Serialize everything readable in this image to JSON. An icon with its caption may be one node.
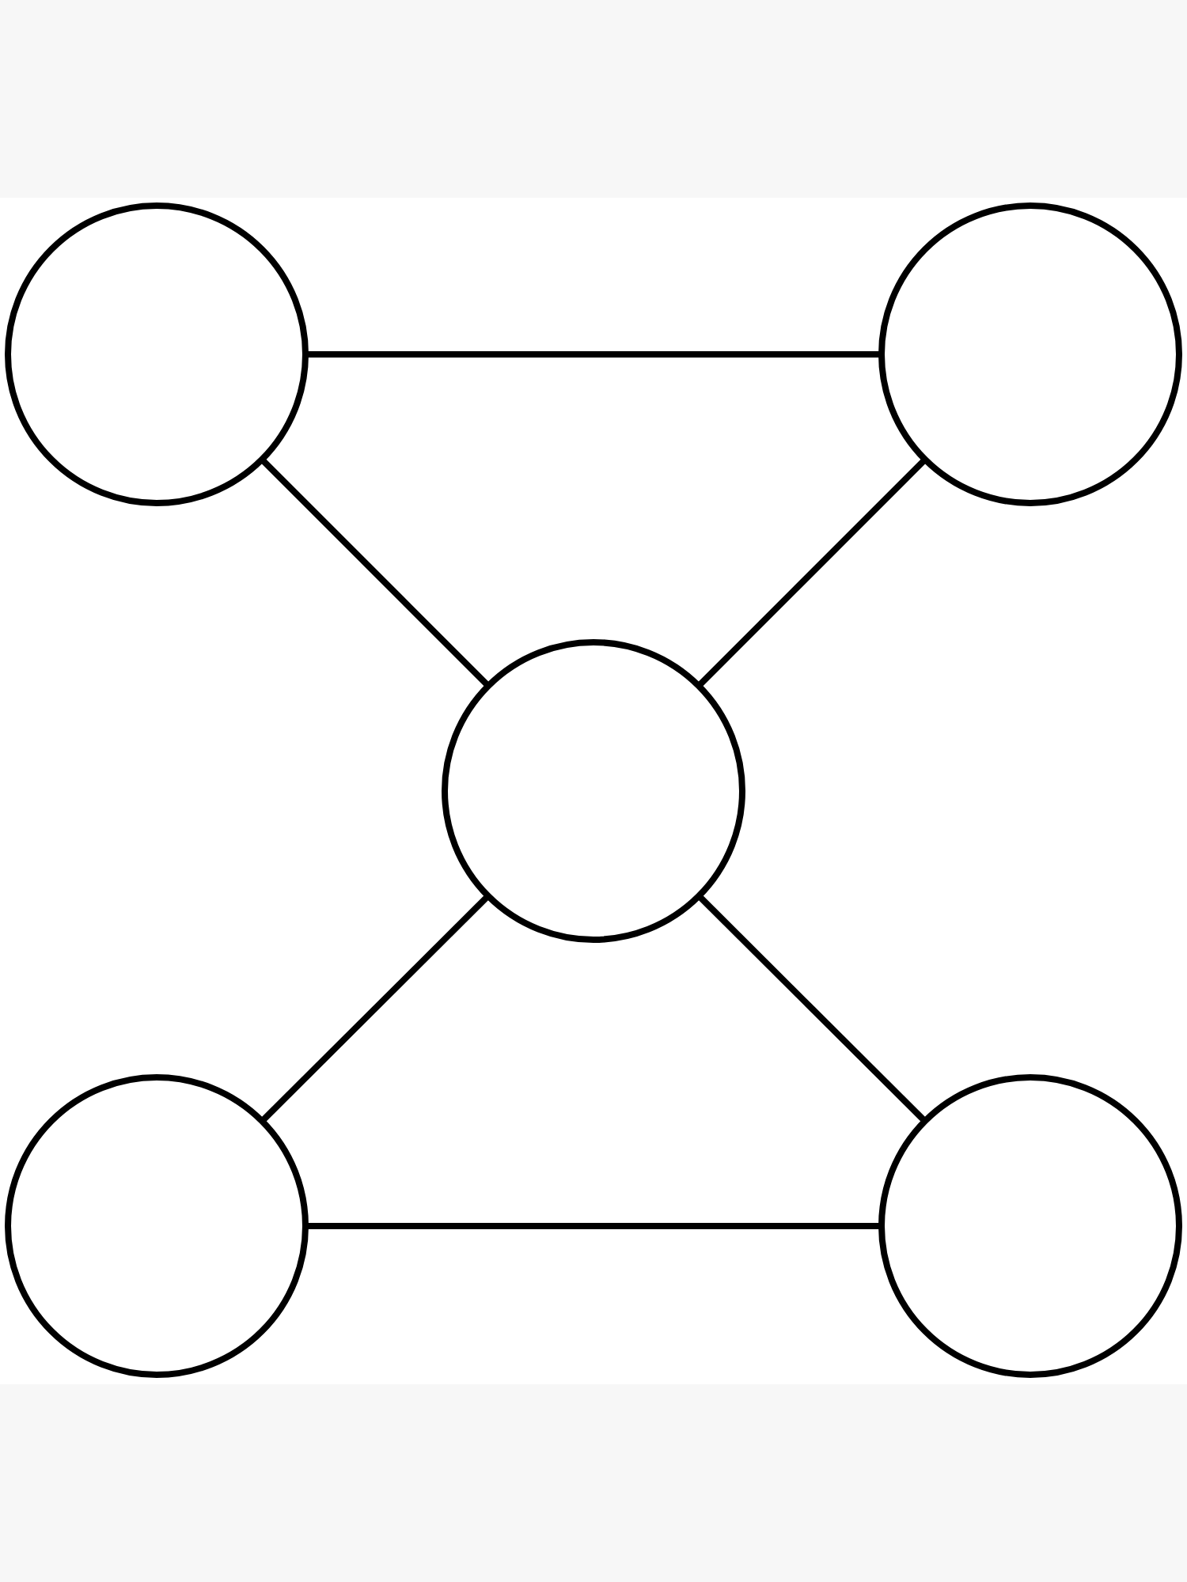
{
  "diagram": {
    "nodes": [
      {
        "text": [],
        "shape": "circle"
      },
      {
        "text": [],
        "shape": "circle"
      },
      {
        "text": [],
        "shape": "circle"
      },
      {
        "text": [],
        "shape": "circle"
      },
      {
        "text": [],
        "shape": "circle"
      }
    ],
    "edges": [
      {
        "from": 0,
        "to": 1,
        "arrow": "none"
      },
      {
        "from": 0,
        "to": 2,
        "arrow": "none"
      },
      {
        "from": 1,
        "to": 2,
        "arrow": "none"
      },
      {
        "from": 2,
        "to": 3,
        "arrow": "none"
      },
      {
        "from": 2,
        "to": 4,
        "arrow": "none"
      },
      {
        "from": 3,
        "to": 4,
        "arrow": "none"
      }
    ]
  }
}
